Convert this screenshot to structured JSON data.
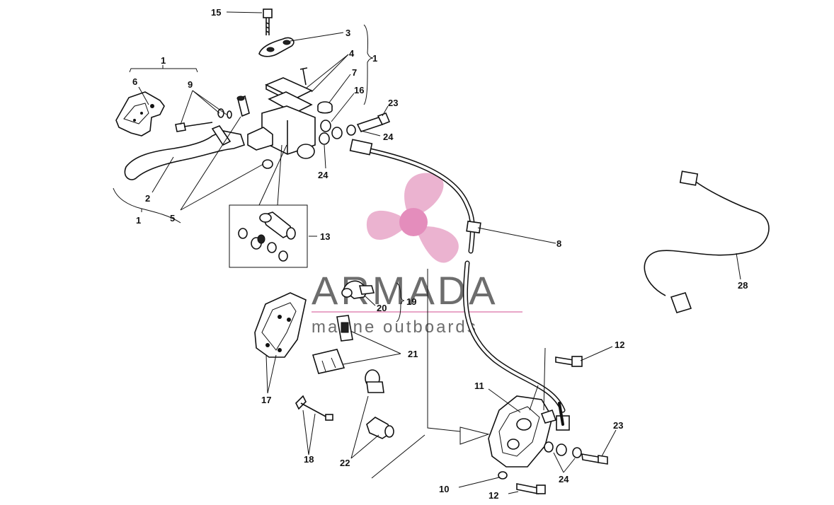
{
  "watermark": {
    "brand": "ARMADA",
    "tagline": "marine outboards",
    "colors": {
      "pink": "#e8a6c8",
      "gray": "#6d6d6d"
    }
  },
  "callouts": {
    "c1a": "1",
    "c1b": "1",
    "c1c": "1",
    "c2": "2",
    "c3": "3",
    "c4": "4",
    "c5": "5",
    "c6": "6",
    "c7": "7",
    "c8": "8",
    "c9": "9",
    "c10": "10",
    "c11": "11",
    "c12a": "12",
    "c12b": "12",
    "c13": "13",
    "c15": "15",
    "c16": "16",
    "c17": "17",
    "c18": "18",
    "c19": "19",
    "c20": "20",
    "c21": "21",
    "c22": "22",
    "c23a": "23",
    "c23b": "23",
    "c24a": "24",
    "c24b": "24",
    "c24c": "24",
    "c28": "28"
  }
}
